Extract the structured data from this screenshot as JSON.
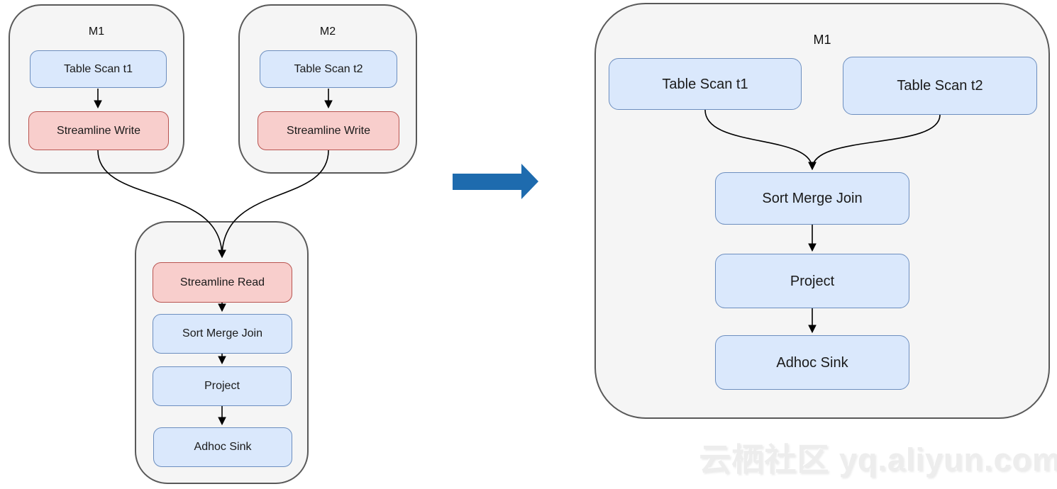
{
  "colors": {
    "container_fill": "#f5f5f5",
    "container_border": "#595959",
    "node_blue_fill": "#dae8fc",
    "node_blue_border": "#6c8ebf",
    "node_red_fill": "#f8cecc",
    "node_red_border": "#b85450",
    "edge": "#000000",
    "transform_arrow": "#1e6bae"
  },
  "left": {
    "m1": {
      "title": "M1",
      "nodes": [
        {
          "label": "Table Scan t1",
          "type": "blue"
        },
        {
          "label": "Streamline Write",
          "type": "red"
        }
      ]
    },
    "m2": {
      "title": "M2",
      "nodes": [
        {
          "label": "Table Scan t2",
          "type": "blue"
        },
        {
          "label": "Streamline Write",
          "type": "red"
        }
      ]
    },
    "merged": {
      "nodes": [
        {
          "label": "Streamline Read",
          "type": "red"
        },
        {
          "label": "Sort Merge Join",
          "type": "blue"
        },
        {
          "label": "Project",
          "type": "blue"
        },
        {
          "label": "Adhoc Sink",
          "type": "blue"
        }
      ]
    }
  },
  "right": {
    "m1": {
      "title": "M1",
      "nodes": [
        {
          "label": "Table Scan t1",
          "type": "blue"
        },
        {
          "label": "Table Scan t2",
          "type": "blue"
        },
        {
          "label": "Sort Merge Join",
          "type": "blue"
        },
        {
          "label": "Project",
          "type": "blue"
        },
        {
          "label": "Adhoc Sink",
          "type": "blue"
        }
      ]
    }
  },
  "watermark": {
    "text": "云栖社区 yq.aliyun.com"
  }
}
